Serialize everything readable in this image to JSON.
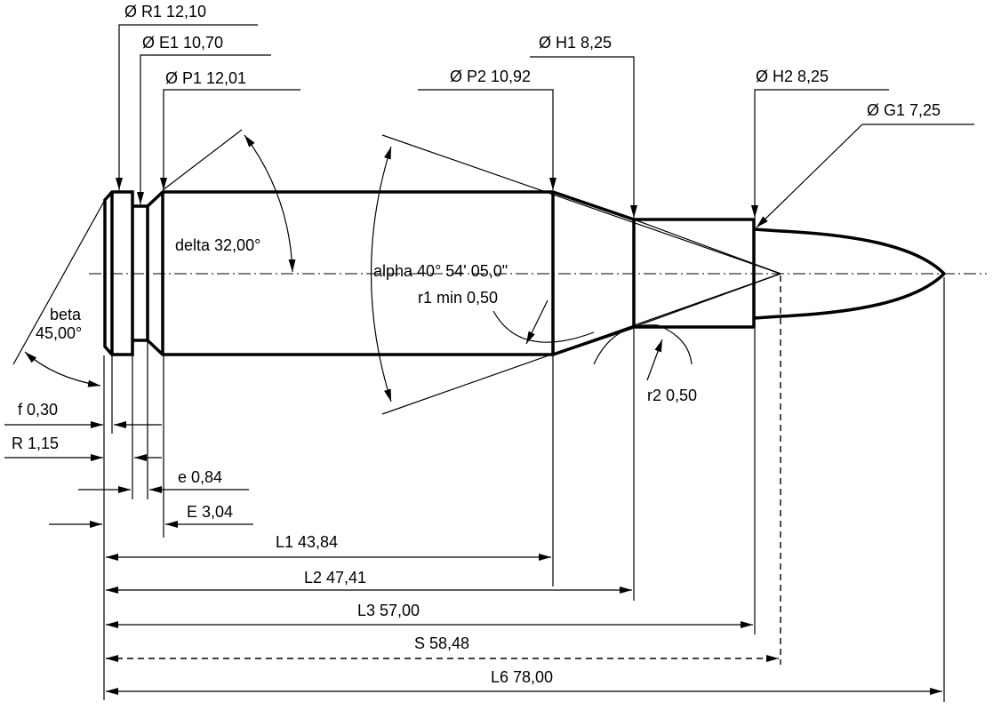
{
  "labels": {
    "R1": "Ø R1  12,10",
    "E1": "Ø E1  10,70",
    "P1": "Ø P1  12,01",
    "P2": "Ø P2  10,92",
    "H1": "Ø H1  8,25",
    "H2": "Ø H2  8,25",
    "G1": "Ø G1  7,25",
    "delta": "delta  32,00°",
    "alpha": "alpha  40° 54' 05,0\"",
    "r1": "r1 min  0,50",
    "r2": "r2  0,50",
    "beta_name": "beta",
    "beta_value": "45,00°",
    "f": "f  0,30",
    "R": "R  1,15",
    "e": "e  0,84",
    "E": "E  3,04",
    "L1": "L1  43,84",
    "L2": "L2  47,41",
    "L3": "L3  57,00",
    "S": "S  58,48",
    "L6": "L6  78,00"
  }
}
